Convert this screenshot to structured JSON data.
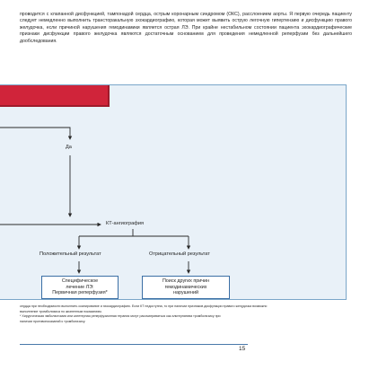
{
  "body_text": "проводится с клапанной дисфункцией, тампонадой сердца, острым коронарным синдромом (ОКС), расслоением аорты. Я первую очередь пациенту следует немедленно выполнить трансторакальную эхокардиографию, которая может выявить острую легочную гипертензию и дисфункцию правого желудочка, если причиной нарушения гемодинамики является острая ЛЭ. При крайне нестабильном состоянии пациента эхокардиографические признаки дисфункции правого желудочка являются достаточным основанием для проведения немедленной реперфузии без дальнейшего дообследования.",
  "flowchart": {
    "yes_label": "Да",
    "ct_label": "КТ-ангиография",
    "positive_label": "Положительный результат",
    "negative_label": "Отрицательный результат",
    "treatment_line1": "Специфическое",
    "treatment_line2": "лечение ЛЭ:",
    "treatment_line3": "Первичная реперфузия*",
    "search_line1": "Поиск других причин",
    "search_line2": "гемодинамических",
    "search_line3": "нарушений"
  },
  "footnotes": {
    "line1": "сердца при необходимости выполнить сканирование и эхокардиографию. Если КТ недоступна, то при наличии признаков дисфункции правого желудочка возможно",
    "line2": "выполнение тромболизиса по жизненным показаниям.",
    "line3": "* Хирургическая эмболэктомия или катетерная реперфузионная терапия могут рассматриваться как альтернатива тромболизису при",
    "line4": "наличии противопоказаний к тромболизису."
  },
  "page_number": "15",
  "colors": {
    "panel_bg": "#e9f1f8",
    "panel_border": "#7aa6c9",
    "header_red": "#d0243a",
    "box_border": "#3b6fa5",
    "rule": "#4a79aa"
  }
}
